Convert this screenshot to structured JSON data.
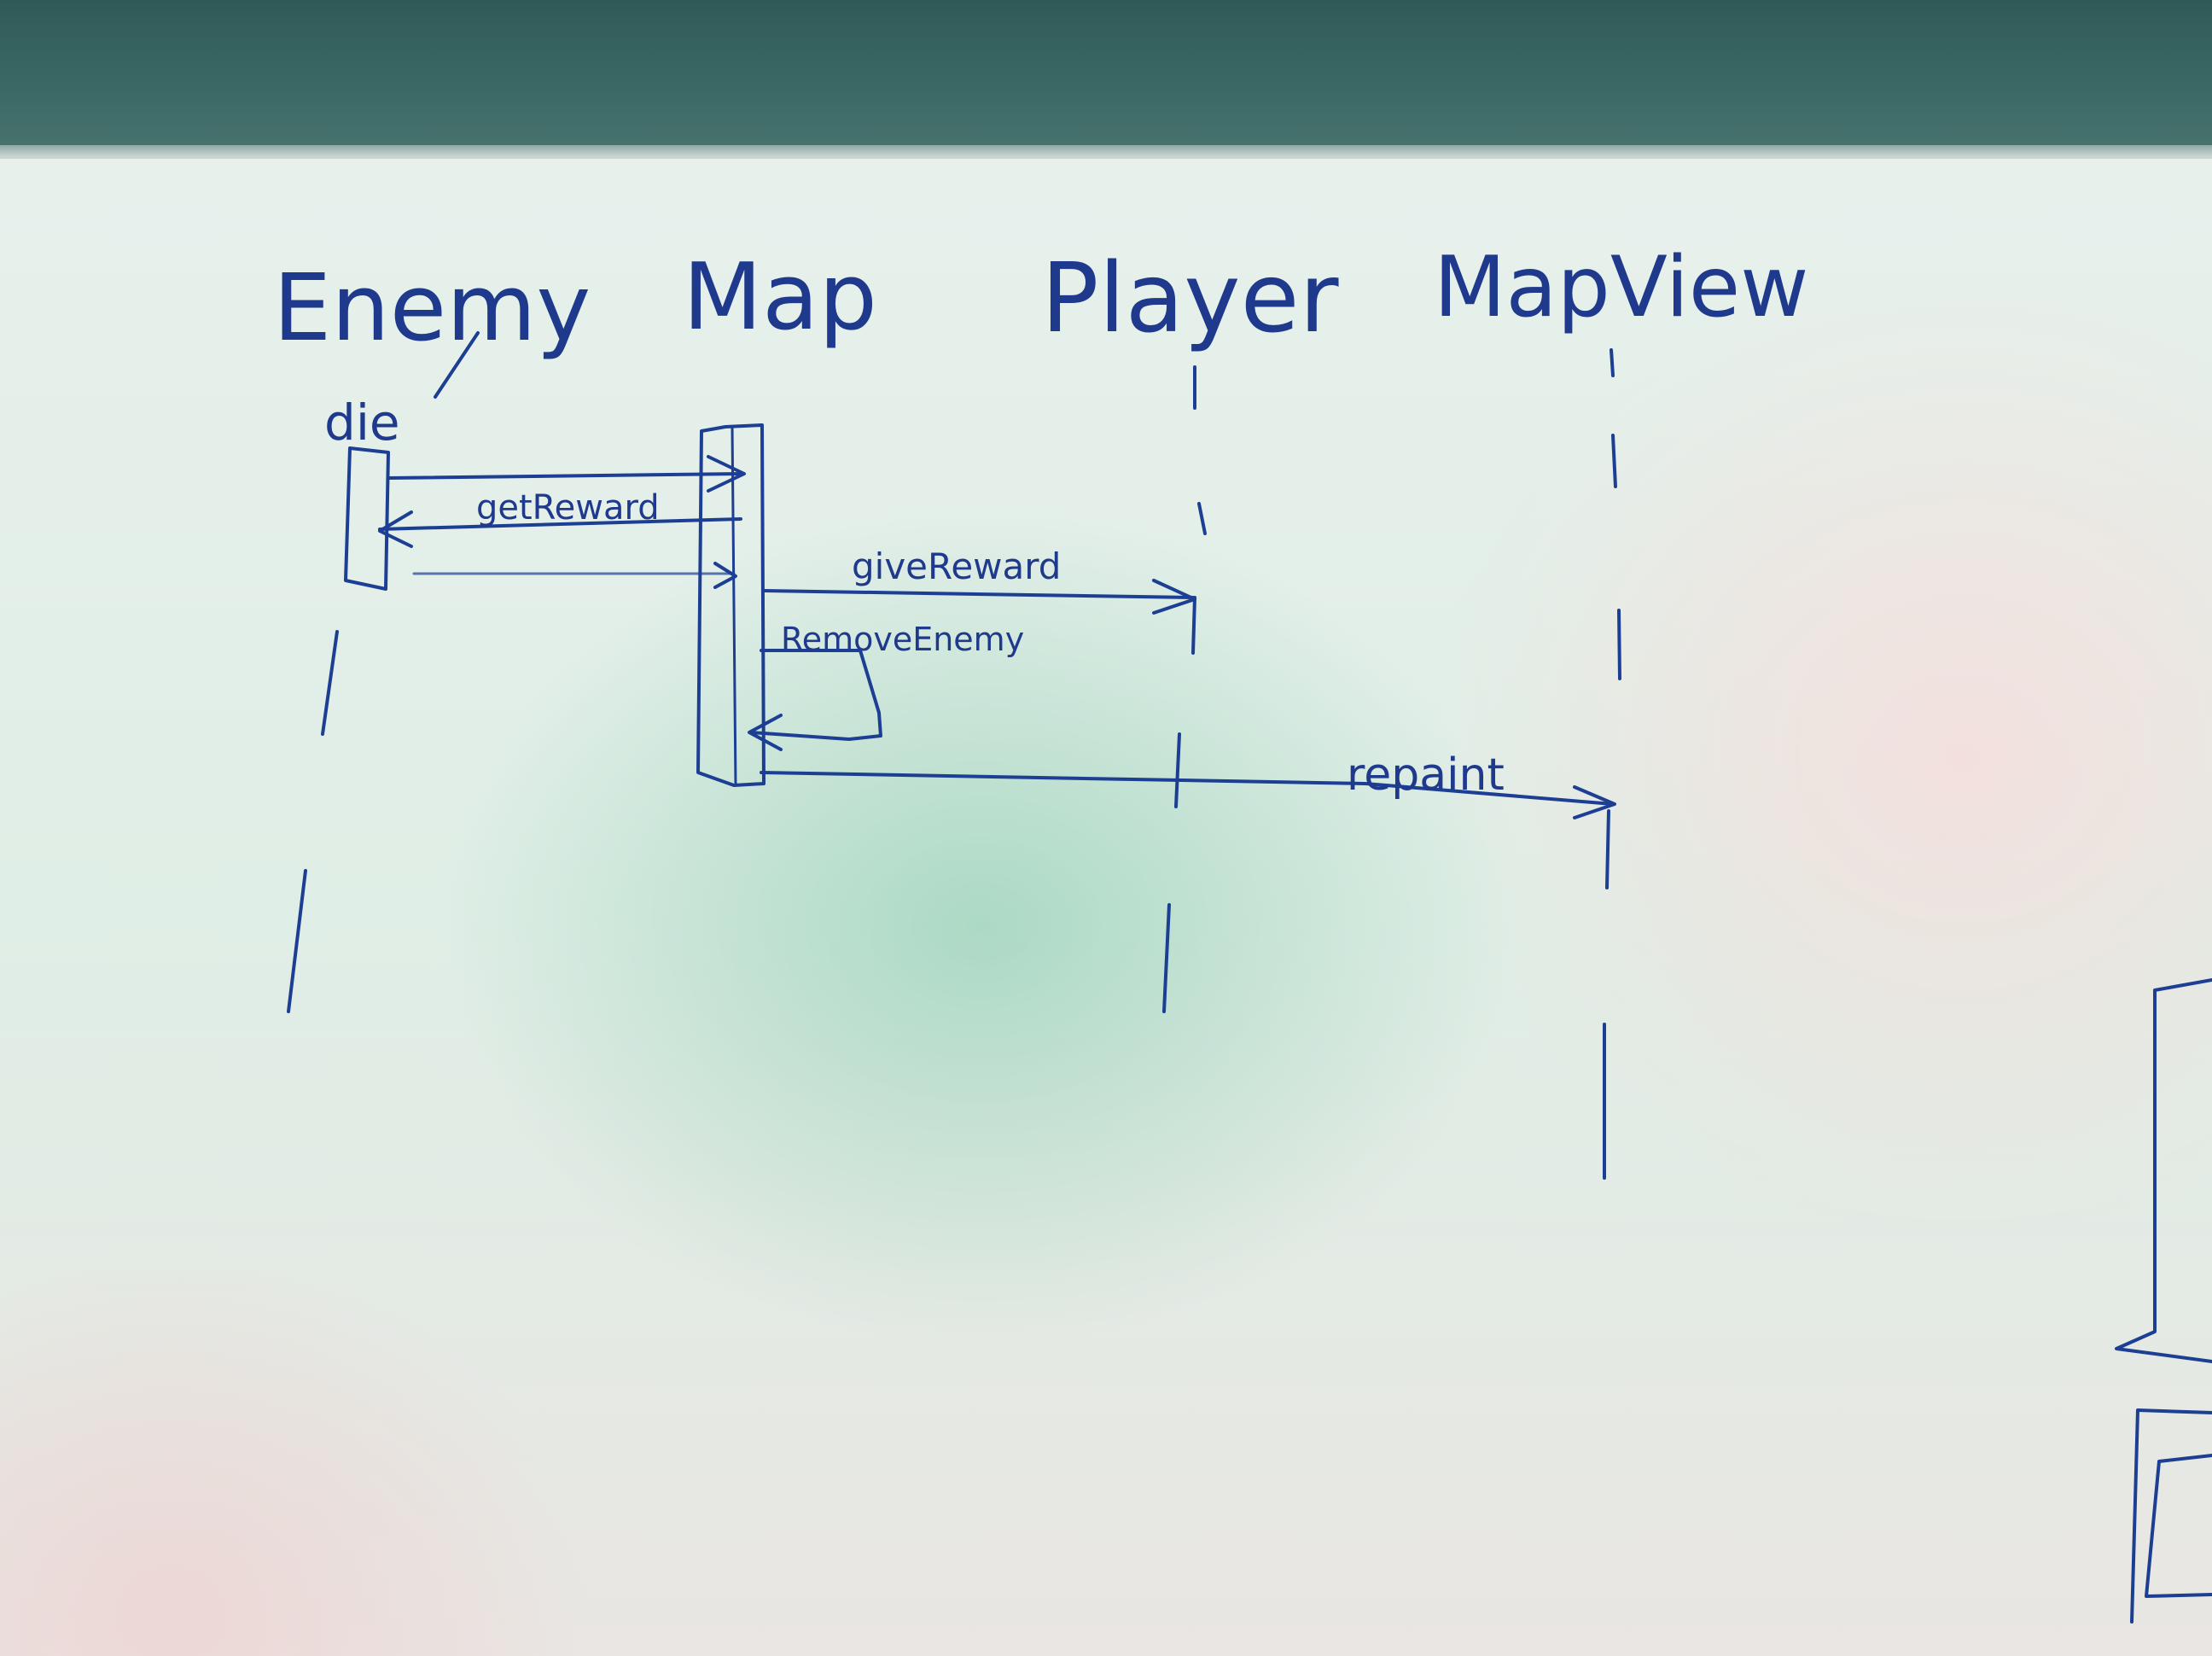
{
  "diagram": {
    "type": "sequence-diagram",
    "participants": [
      {
        "id": "enemy",
        "label": "Enemy"
      },
      {
        "id": "map",
        "label": "Map"
      },
      {
        "id": "player",
        "label": "Player"
      },
      {
        "id": "mapview",
        "label": "MapView"
      }
    ],
    "trigger": "die",
    "messages": [
      {
        "id": "m1",
        "from": "Enemy",
        "to": "Map",
        "label": ""
      },
      {
        "id": "m2",
        "from": "Map",
        "to": "Enemy",
        "label": "getReward"
      },
      {
        "id": "m3",
        "from": "Enemy",
        "to": "Map",
        "label": ""
      },
      {
        "id": "m4",
        "from": "Map",
        "to": "Player",
        "label": "giveReward"
      },
      {
        "id": "m5",
        "from": "Map",
        "to": "Map",
        "label": "RemoveEnemy"
      },
      {
        "id": "m6",
        "from": "Map",
        "to": "MapView",
        "label": "repaint"
      }
    ],
    "ink_color": "#1d3f93"
  }
}
